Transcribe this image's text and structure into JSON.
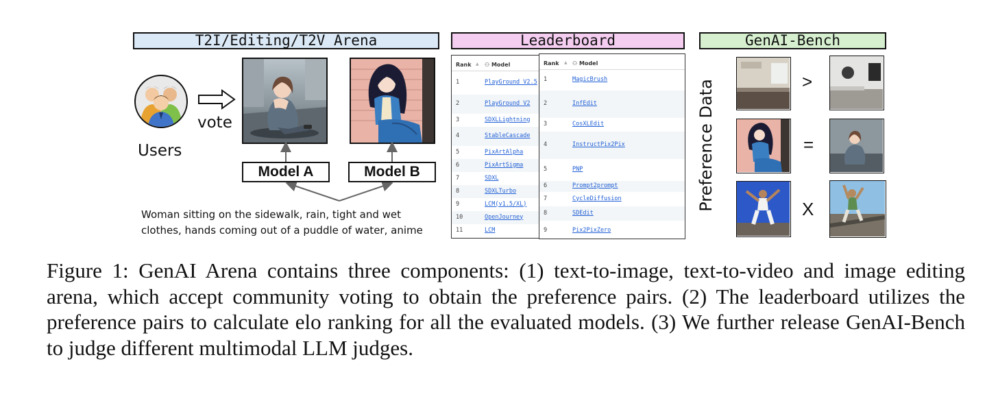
{
  "arena": {
    "header": "T2I/Editing/T2V Arena",
    "users_label": "Users",
    "vote_label": "vote",
    "model_a": "Model A",
    "model_b": "Model B",
    "prompt_line1": "Woman sitting on the sidewalk, rain, tight and wet",
    "prompt_line2": "clothes, hands coming out of a puddle of water, anime"
  },
  "leaderboard": {
    "header": "Leaderboard",
    "left_table": {
      "col_rank": "Rank",
      "col_model": "Model",
      "rows": [
        {
          "rank": "1",
          "model": "PlayGround V2.5"
        },
        {
          "rank": "2",
          "model": "PlayGround V2"
        },
        {
          "rank": "3",
          "model": "SDXLLightning"
        },
        {
          "rank": "4",
          "model": "StableCascade"
        },
        {
          "rank": "5",
          "model": "PixArtAlpha"
        },
        {
          "rank": "6",
          "model": "PixArtSigma"
        },
        {
          "rank": "7",
          "model": "SDXL"
        },
        {
          "rank": "8",
          "model": "SDXLTurbo"
        },
        {
          "rank": "9",
          "model": "LCM(v1.5/XL)"
        },
        {
          "rank": "10",
          "model": "OpenJourney"
        },
        {
          "rank": "11",
          "model": "LCM"
        }
      ]
    },
    "right_table": {
      "col_rank": "Rank",
      "col_model": "Model",
      "rows": [
        {
          "rank": "1",
          "model": "MagicBrush"
        },
        {
          "rank": "2",
          "model": "InfEdit"
        },
        {
          "rank": "3",
          "model": "CosXLEdit"
        },
        {
          "rank": "4",
          "model": "InstructPix2Pix"
        },
        {
          "rank": "5",
          "model": "PNP"
        },
        {
          "rank": "6",
          "model": "Prompt2prompt"
        },
        {
          "rank": "7",
          "model": "CycleDiffusion"
        },
        {
          "rank": "8",
          "model": "SDEdit"
        },
        {
          "rank": "9",
          "model": "Pix2PixZero"
        }
      ]
    }
  },
  "genai_bench": {
    "header": "GenAI-Bench",
    "side_label": "Preference Data",
    "relations": [
      ">",
      "=",
      "X"
    ]
  },
  "caption": "Figure 1: GenAI Arena contains three components: (1) text-to-image, text-to-video and image editing arena, which accept community voting to obtain the preference pairs. (2) The leaderboard utilizes the preference pairs to calculate elo ranking for all the evaluated models. (3) We further release GenAI-Bench to judge different multimodal LLM judges.",
  "colors": {
    "arena_header": "#dbe9f7",
    "leaderboard_header": "#f4cdf0",
    "bench_header": "#d6f0cf",
    "link": "#1f5fd6"
  }
}
